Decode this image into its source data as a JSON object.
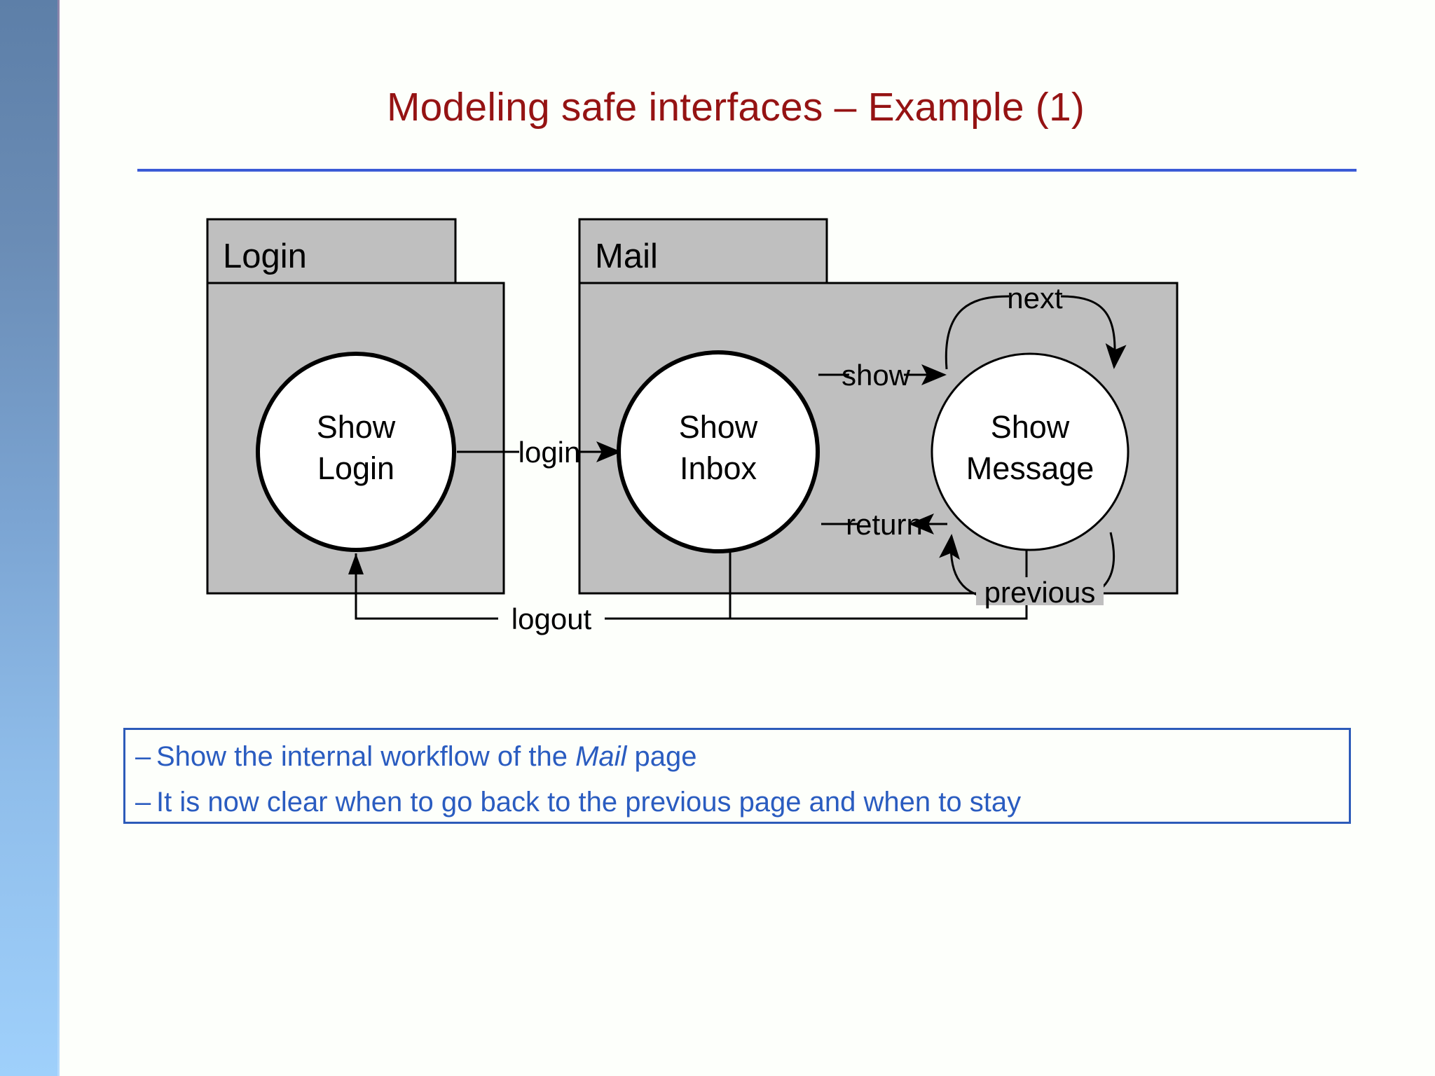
{
  "slide": {
    "title": "Modeling safe interfaces – Example (1)",
    "title_color": "#951313",
    "rule_color": "#3b5bd6",
    "background": "#fdfffb",
    "sidebar": {
      "name": "left-gradient-bar",
      "top_color": "#5d7fa8",
      "bottom_color": "#9fd0fb"
    }
  },
  "diagram": {
    "type": "uml-package-state-diagram",
    "fill": "#bfbfbf",
    "stroke": "#000000",
    "node_fill": "#ffffff",
    "packages": [
      {
        "id": "login",
        "label": "Login"
      },
      {
        "id": "mail",
        "label": "Mail"
      }
    ],
    "states": [
      {
        "id": "show-login",
        "line1": "Show",
        "line2": "Login",
        "package": "login",
        "border": "thick"
      },
      {
        "id": "show-inbox",
        "line1": "Show",
        "line2": "Inbox",
        "package": "mail",
        "border": "thick"
      },
      {
        "id": "show-message",
        "line1": "Show",
        "line2": "Message",
        "package": "mail",
        "border": "thin"
      }
    ],
    "transitions": [
      {
        "id": "login",
        "label": "login",
        "from": "show-login",
        "to": "show-inbox",
        "shape": "straight"
      },
      {
        "id": "show",
        "label": "show",
        "from": "show-inbox",
        "to": "show-message",
        "shape": "straight"
      },
      {
        "id": "return",
        "label": "return",
        "from": "show-message",
        "to": "show-inbox",
        "shape": "straight"
      },
      {
        "id": "next",
        "label": "next",
        "from": "show-message",
        "to": "show-message",
        "shape": "self-loop-top"
      },
      {
        "id": "previous",
        "label": "previous",
        "from": "show-message",
        "to": "show-message",
        "shape": "self-loop-bottom"
      },
      {
        "id": "logout",
        "label": "logout",
        "from": "show-inbox",
        "to": "show-login",
        "shape": "orthogonal-bottom"
      }
    ]
  },
  "bullets": {
    "border_color": "#2d5bb9",
    "text_color": "#2a5cc0",
    "items": [
      {
        "dash": "–",
        "pre": "Show the internal workflow of the ",
        "italic": "Mail",
        "post": " page"
      },
      {
        "dash": "–",
        "pre": "It is now clear when to go back to the previous page and when to stay",
        "italic": "",
        "post": ""
      }
    ]
  }
}
